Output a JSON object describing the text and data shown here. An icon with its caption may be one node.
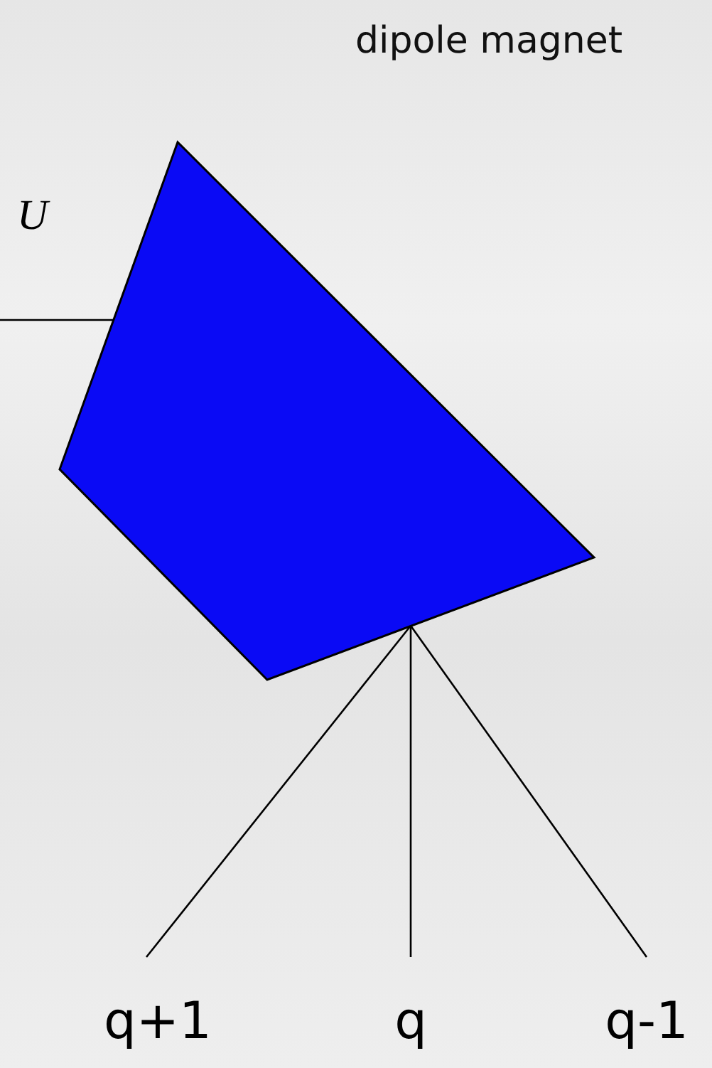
{
  "diagram": {
    "nodes": [
      {
        "text": [
          "dipole magnet"
        ]
      },
      {
        "text": [
          "q+1"
        ]
      },
      {
        "text": [
          "q"
        ]
      },
      {
        "text": [
          "q-1"
        ]
      }
    ],
    "edges": [
      {
        "from": null,
        "to": 0,
        "arrow": "none"
      },
      {
        "from": 0,
        "to": 1,
        "arrow": "none"
      },
      {
        "from": 0,
        "to": 2,
        "arrow": "none"
      },
      {
        "from": 0,
        "to": 3,
        "arrow": "none"
      }
    ],
    "labels": [
      "U"
    ]
  }
}
